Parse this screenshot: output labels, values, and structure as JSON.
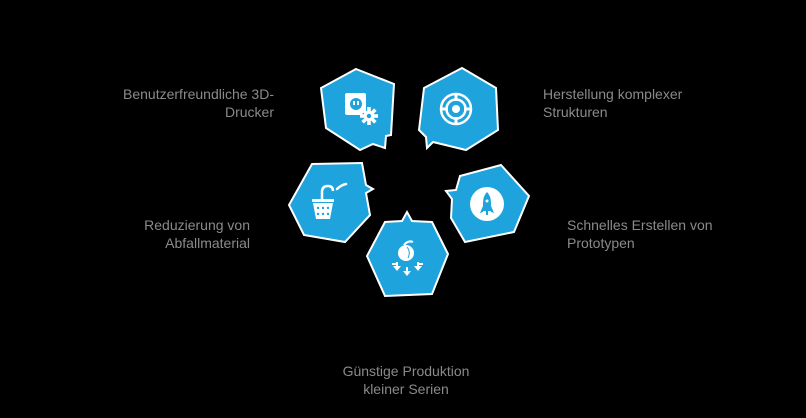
{
  "diagram": {
    "type": "hexagon-cluster",
    "colors": {
      "background": "#000000",
      "hexagon_fill": "#1fa3dd",
      "hexagon_stroke": "#ffffff",
      "icon": "#ffffff",
      "label_text": "#8a8a8a"
    },
    "items": [
      {
        "id": "user-friendly-printers",
        "icon": "plug-gear-icon",
        "label_lines": [
          "Benutzerfreundliche 3D-",
          "Drucker"
        ]
      },
      {
        "id": "complex-structures",
        "icon": "target-wheel-icon",
        "label_lines": [
          "Herstellung komplexer",
          "Strukturen"
        ]
      },
      {
        "id": "waste-reduction",
        "icon": "basket-icon",
        "label_lines": [
          "Reduzierung von",
          "Abfallmaterial"
        ]
      },
      {
        "id": "rapid-prototyping",
        "icon": "rocket-icon",
        "label_lines": [
          "Schnelles Erstellen von",
          "Prototypen"
        ]
      },
      {
        "id": "small-series",
        "icon": "apple-arrows-icon",
        "label_lines": [
          "Günstige Produktion",
          "kleiner Serien"
        ]
      }
    ]
  }
}
